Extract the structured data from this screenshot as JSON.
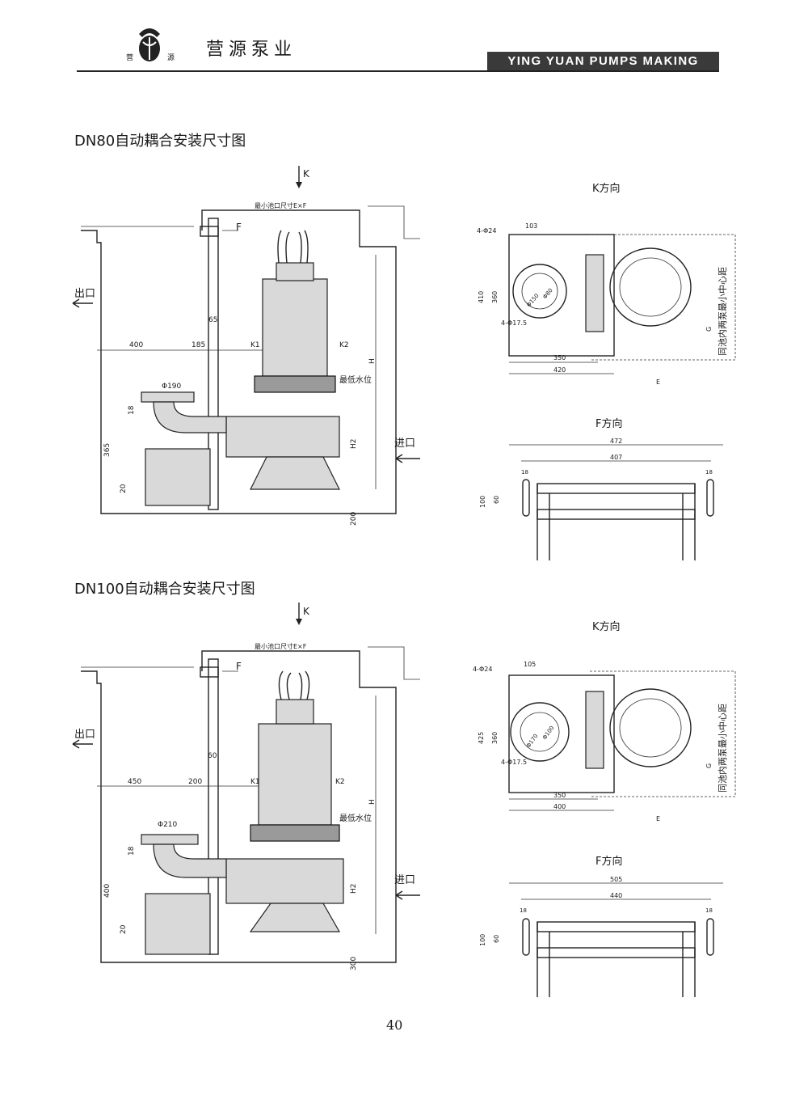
{
  "header": {
    "logo_left": "营",
    "logo_right": "源",
    "brand_cn": "营源泵业",
    "brand_en": "YING YUAN PUMPS MAKING"
  },
  "sections": [
    {
      "title": "DN80自动耦合安装尺寸图",
      "k_label": "K",
      "f_label": "F",
      "pit_label": "最小池口尺寸E×F",
      "outlet": "出口",
      "inlet": "进口",
      "water_level": "最低水位",
      "dims": {
        "left": "400",
        "mid": "185",
        "k1": "K1",
        "k2": "K2",
        "rail": "65",
        "flange": "Φ190",
        "flange_h": "18",
        "h365": "365",
        "h20": "20",
        "h_base": "200",
        "H": "H",
        "H2": "H2"
      },
      "k_view": {
        "title": "K方向",
        "bolt": "4-Φ24",
        "bolt2": "4-Φ17.5",
        "w103": "103",
        "h410": "410",
        "h360": "360",
        "c150": "Φ150",
        "c80": "Φ80",
        "w350": "350",
        "w420": "420",
        "E": "E",
        "G": "G",
        "g_label": "同池内两泵最小中心距"
      },
      "f_view": {
        "title": "F方向",
        "w472": "472",
        "w407": "407",
        "s18a": "18",
        "s18b": "18",
        "h100": "100",
        "h60": "60"
      }
    },
    {
      "title": "DN100自动耦合安装尺寸图",
      "k_label": "K",
      "f_label": "F",
      "pit_label": "最小池口尺寸E×F",
      "outlet": "出口",
      "inlet": "进口",
      "water_level": "最低水位",
      "dims": {
        "left": "450",
        "mid": "200",
        "k1": "K1",
        "k2": "K2",
        "rail": "60",
        "flange": "Φ210",
        "flange_h": "18",
        "h365": "400",
        "h20": "20",
        "h_base": "300",
        "H": "H",
        "H2": "H2"
      },
      "k_view": {
        "title": "K方向",
        "bolt": "4-Φ24",
        "bolt2": "4-Φ17.5",
        "w103": "105",
        "h410": "425",
        "h360": "360",
        "c150": "Φ170",
        "c80": "Φ100",
        "w350": "350",
        "w420": "400",
        "E": "E",
        "G": "G",
        "g_label": "同池内两泵最小中心距"
      },
      "f_view": {
        "title": "F方向",
        "w472": "505",
        "w407": "440",
        "s18a": "18",
        "s18b": "18",
        "h100": "100",
        "h60": "60"
      }
    }
  ],
  "page_number": "40"
}
